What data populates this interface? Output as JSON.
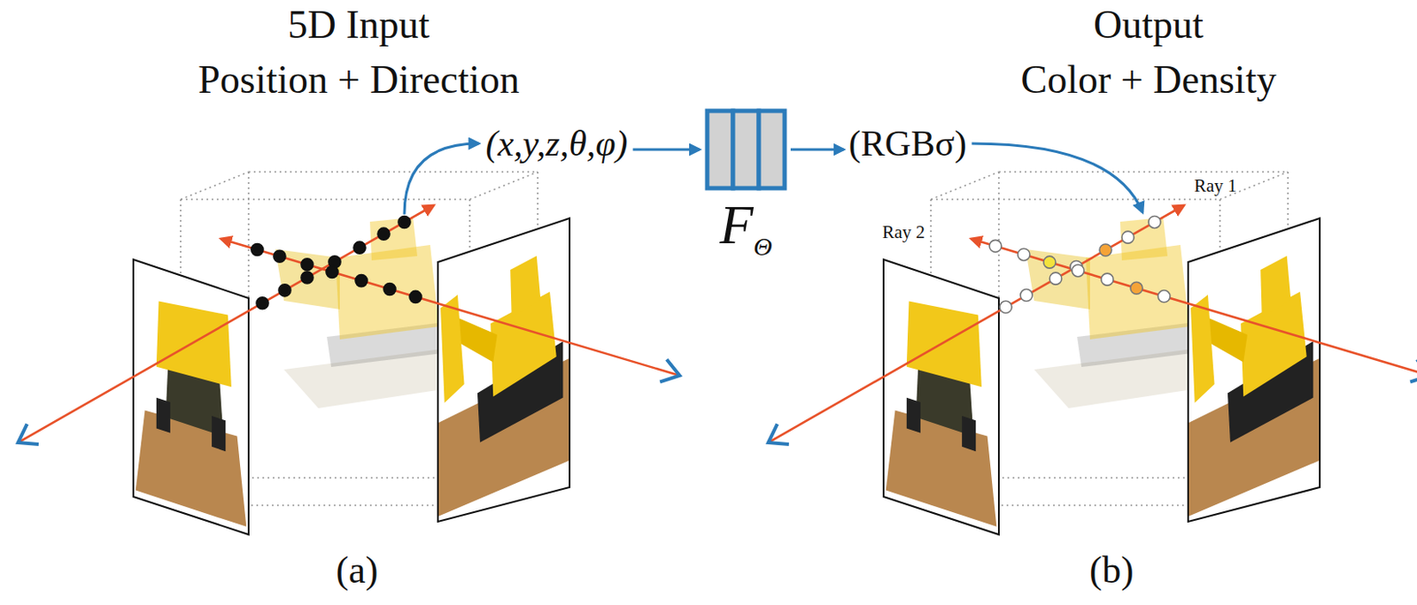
{
  "diagram": {
    "nodes": [
      {
        "text": [
          "F",
          "Θ"
        ]
      }
    ],
    "labels": [
      "5D Input",
      "Position + Direction",
      "Output",
      "Color + Density",
      "(x,y,z,θ,φ)",
      "(RGBσ)",
      "Ray 1",
      "Ray 2",
      "(a)",
      "(b)"
    ]
  }
}
